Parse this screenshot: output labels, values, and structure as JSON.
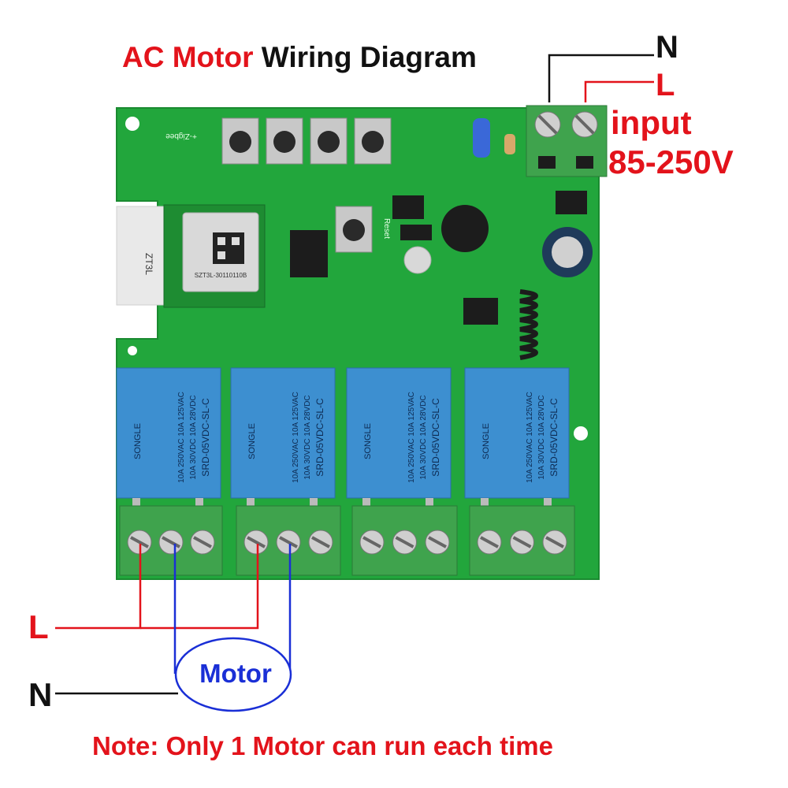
{
  "title": {
    "part1": "AC Motor",
    "part2": "Wiring Diagram"
  },
  "input": {
    "n": "N",
    "l": "L",
    "label": "input",
    "voltage": "85-250V"
  },
  "load": {
    "l": "L",
    "n": "N",
    "motor": "Motor"
  },
  "note": "Note: Only 1 Motor can run each time",
  "board": {
    "module_id": "ZT3L",
    "module_qr_text": "SZT3L-30110110B",
    "zigbee_label": "+-Zigbee",
    "reset_label": "Reset",
    "relay_brand": "SONGLE",
    "relay_rating_1": "10A 250VAC  10A 125VAC",
    "relay_rating_2": "10A 30VDC  10A 28VDC",
    "relay_model": "SRD-05VDC-SL-C"
  },
  "colors": {
    "pcb": "#22a63c",
    "relay": "#3d8fd0",
    "terminal": "#3fa34d",
    "red": "#e3131b",
    "blue": "#1a2fd6"
  }
}
